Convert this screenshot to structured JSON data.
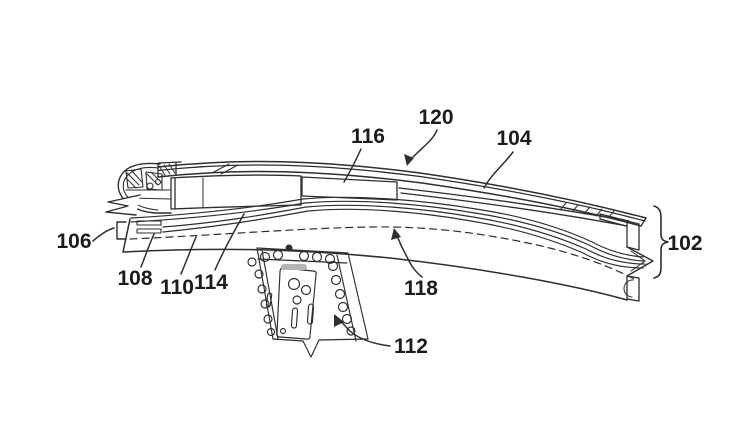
{
  "drawing": {
    "background": "#ffffff",
    "ink": "#2e2e2e",
    "label_color": "#1c1c1c",
    "slot_gray": "#b5b5b5",
    "labels": [
      {
        "id": "label-106",
        "text": "106"
      },
      {
        "id": "label-108",
        "text": "108"
      },
      {
        "id": "label-110",
        "text": "110"
      },
      {
        "id": "label-114",
        "text": "114"
      },
      {
        "id": "label-112",
        "text": "112"
      },
      {
        "id": "label-118",
        "text": "118"
      },
      {
        "id": "label-116",
        "text": "116"
      },
      {
        "id": "label-120",
        "text": "120"
      },
      {
        "id": "label-104",
        "text": "104"
      },
      {
        "id": "label-102",
        "text": "102"
      }
    ]
  }
}
